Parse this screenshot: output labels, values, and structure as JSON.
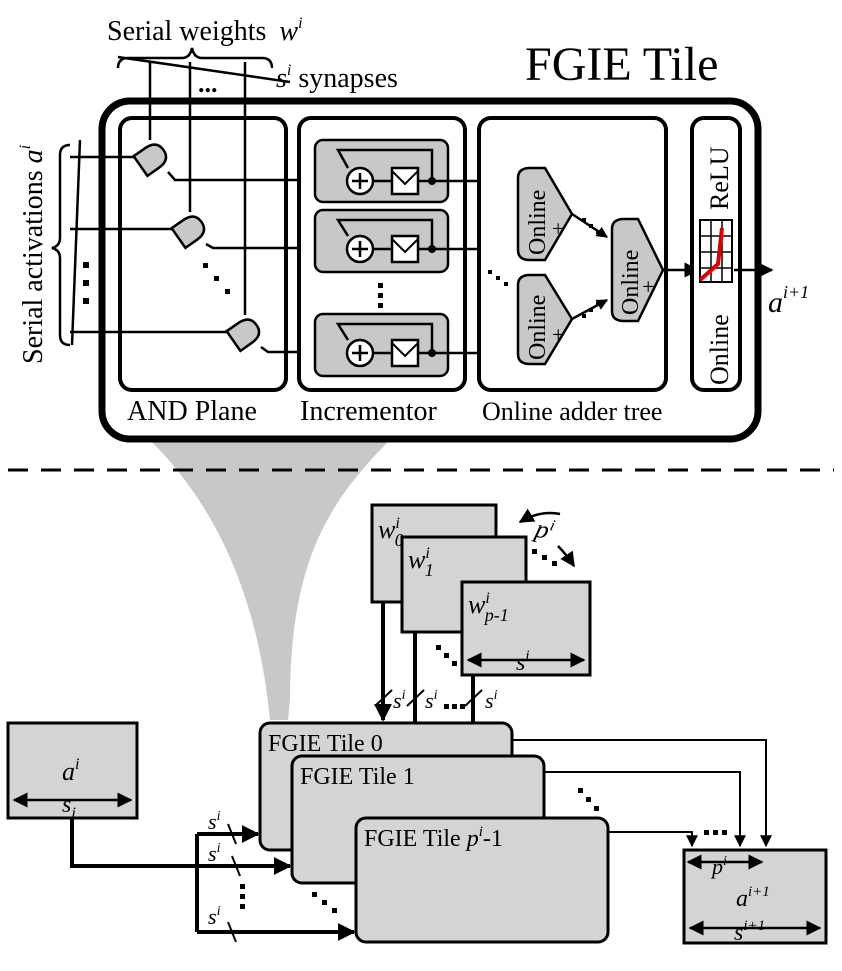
{
  "tile": {
    "title": "FGIE Tile",
    "serial_weights": "Serial weights",
    "serial_weights_var": "w",
    "serial_weights_sup": "i",
    "synapses_var": "s",
    "synapses_sup": "i",
    "synapses_label": " synapses",
    "serial_activations": "Serial activations ",
    "serial_activations_var": "a",
    "serial_activations_sup": "i",
    "and_plane_label": "AND Plane",
    "incrementor_label": "Incrementor",
    "adder_tree_label": "Online adder tree",
    "online_label": "Online",
    "plus_sign": "+",
    "relu_label": "ReLU",
    "relu_online_label": "Online",
    "output_var": "a",
    "output_sup": "i+1"
  },
  "array": {
    "input_box": {
      "var": "a",
      "sup": "i",
      "dim_var": "s",
      "dim_sub": "i"
    },
    "weight_boxes": [
      {
        "var": "w",
        "sup": "i",
        "sub": "0"
      },
      {
        "var": "w",
        "sup": "i",
        "sub": "1"
      },
      {
        "var": "w",
        "sup": "i",
        "sub": "p-1"
      }
    ],
    "weight_dim": {
      "var": "s",
      "sup": "i"
    },
    "p_label": {
      "var": "p",
      "sup": "i"
    },
    "tiles": [
      "FGIE Tile 0",
      "FGIE Tile 1",
      "FGIE Tile "
    ],
    "tile_last_var": "p",
    "tile_last_sup": "i",
    "tile_last_suffix": "-1",
    "s_labels": {
      "var": "s",
      "sup": "i"
    },
    "output_box": {
      "var": "a",
      "sup": "i+1",
      "dim_var": "s",
      "dim_sup": "i+1",
      "p_var": "p",
      "p_sup": "i"
    }
  }
}
